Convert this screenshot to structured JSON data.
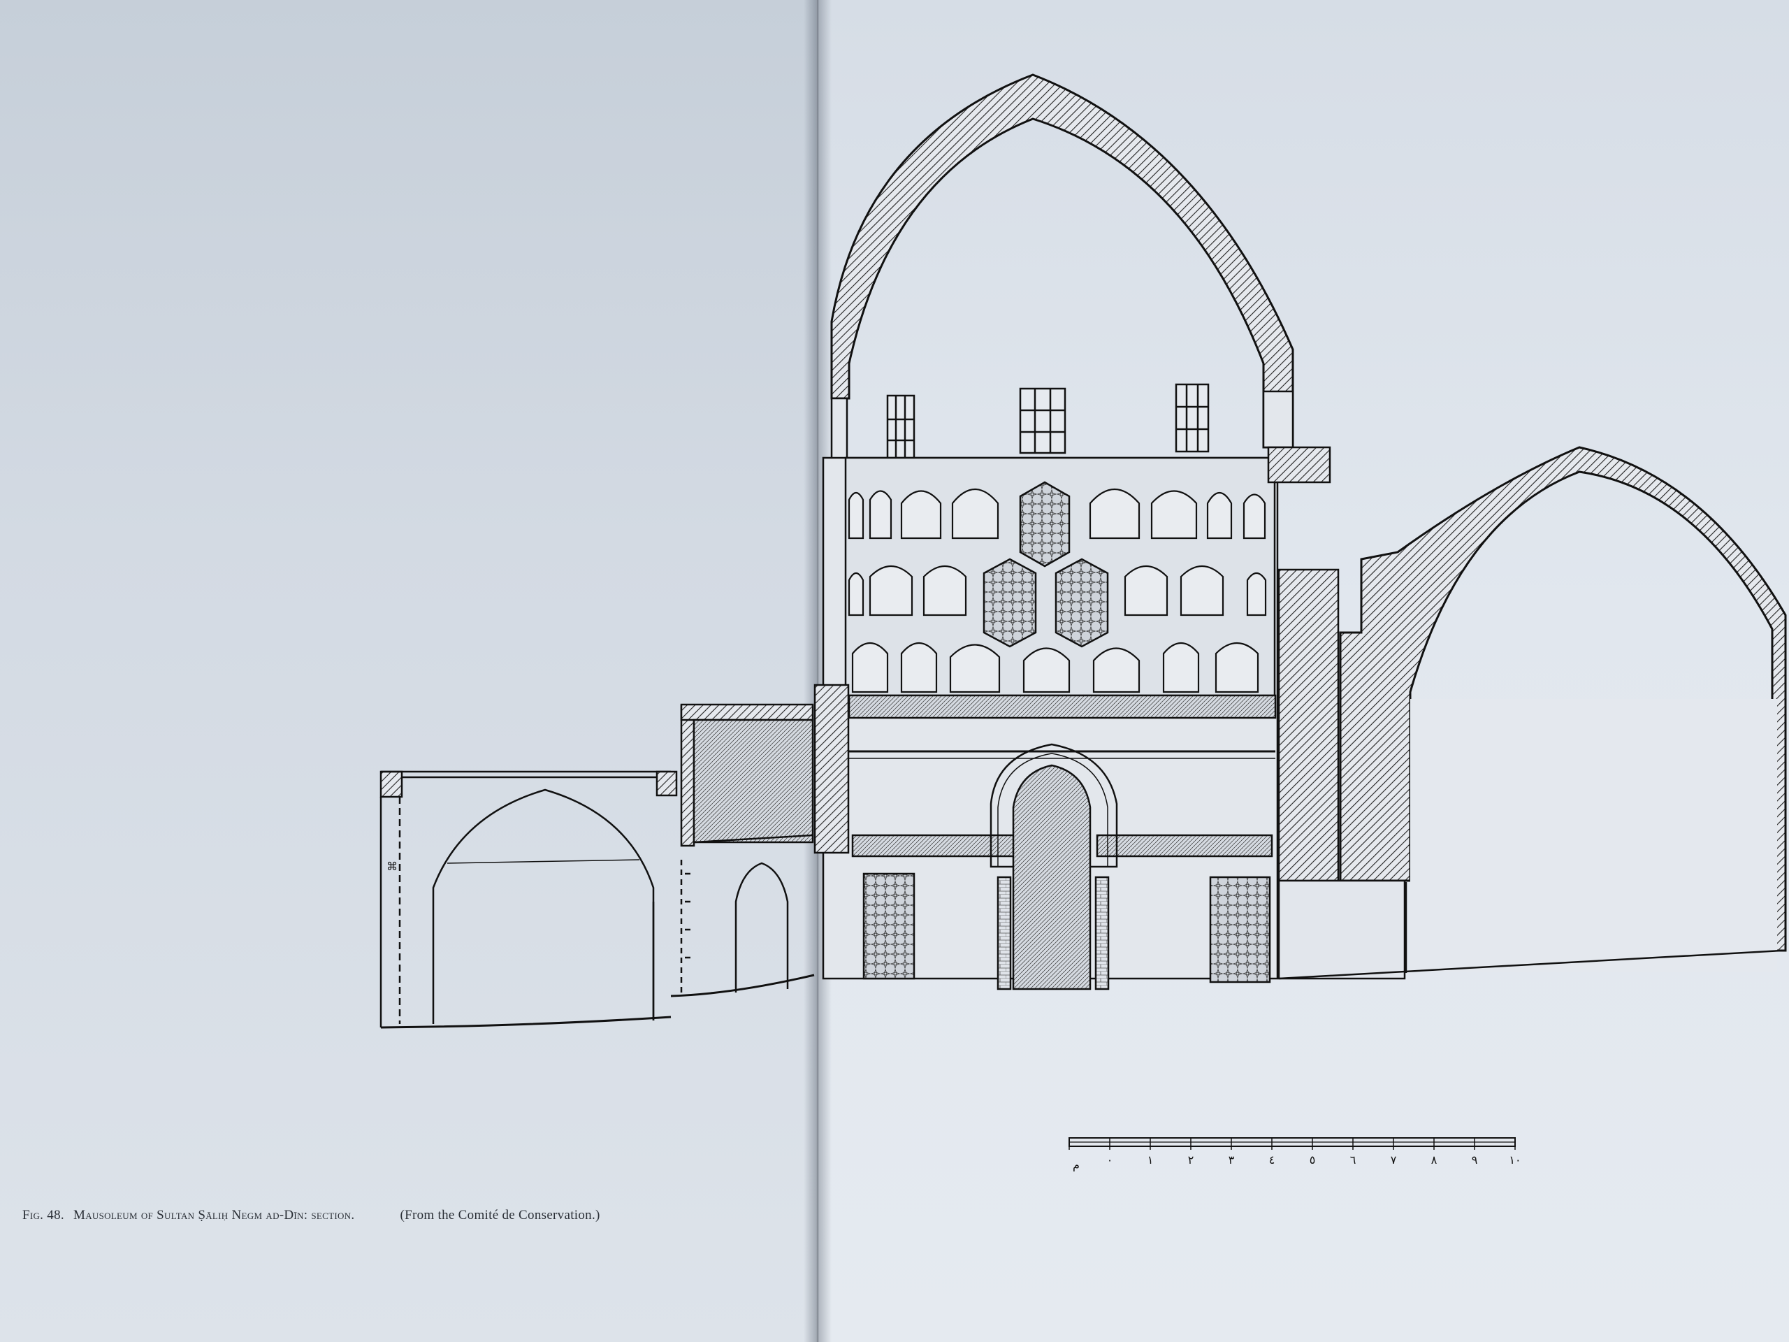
{
  "caption": {
    "figure_number": "Fig. 48.",
    "title": "Mausoleum of Sultan Ṣāliḥ Negm ad-Dīn: section.",
    "source": "(From the Comité de Conservation.)"
  },
  "scale": {
    "tick_labels": [
      "١٠",
      "٩",
      "٨",
      "٧",
      "٦",
      "٥",
      "٤",
      "٣",
      "٢",
      "١",
      "٠",
      "م"
    ]
  }
}
